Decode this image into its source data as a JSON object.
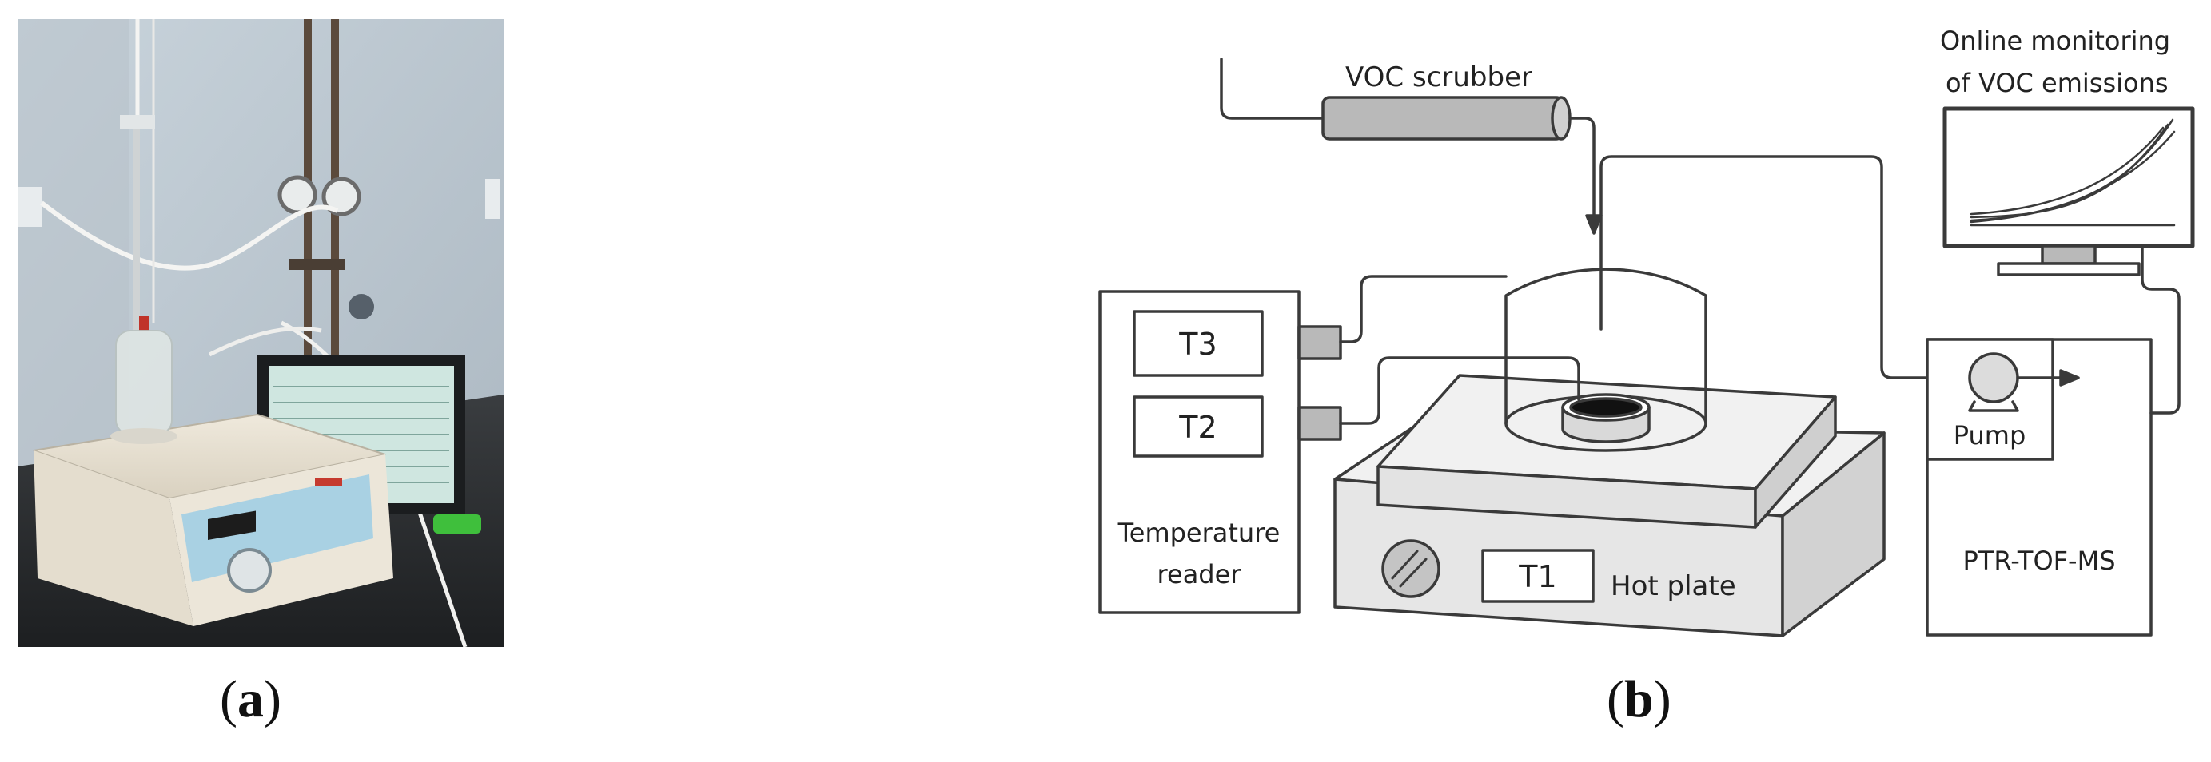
{
  "panel_a": {
    "label_open": "(",
    "label_letter": "a",
    "label_close": ")"
  },
  "panel_b": {
    "label_open": "(",
    "label_letter": "b",
    "label_close": ")",
    "scrubber_label": "VOC scrubber",
    "monitor_caption_line1": "Online monitoring",
    "monitor_caption_line2": "of VOC emissions",
    "sensor_t3": "T3",
    "sensor_t2": "T2",
    "sensor_t1": "T1",
    "reader_line1": "Temperature",
    "reader_line2": "reader",
    "hot_plate_label": "Hot plate",
    "pump_label": "Pump",
    "instrument_label": "PTR-TOF-MS"
  },
  "colors": {
    "line": "#3a3a3a",
    "gray_fill": "#b9b9b9",
    "light_fill": "#e6e6e6",
    "lighter_fill": "#f1f1f1",
    "dark": "#111111"
  }
}
